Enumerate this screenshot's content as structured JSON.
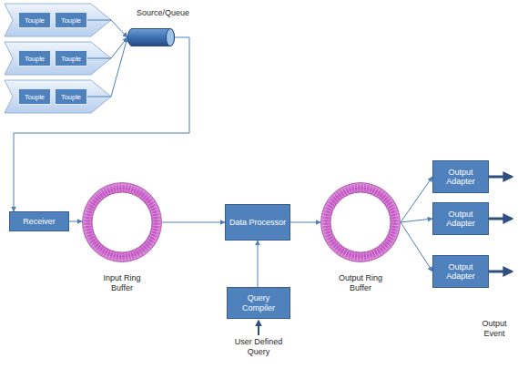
{
  "diagram": {
    "nodes": [
      {
        "text": [
          "Touple"
        ]
      },
      {
        "text": [
          "Touple"
        ]
      },
      {
        "text": [
          "Touple"
        ]
      },
      {
        "text": [
          "Touple"
        ]
      },
      {
        "text": [
          "Touple"
        ]
      },
      {
        "text": [
          "Touple"
        ]
      },
      {
        "text": [
          "Source/Queue"
        ]
      },
      {
        "text": [
          "Receiver"
        ]
      },
      {
        "text": [
          "Input Ring Buffer"
        ]
      },
      {
        "text": [
          "Data Processor"
        ]
      },
      {
        "text": [
          "Query Compiler"
        ]
      },
      {
        "text": [
          "Output Ring Buffer"
        ]
      },
      {
        "text": [
          "Output Adapter"
        ]
      },
      {
        "text": [
          "Output Adapter"
        ]
      },
      {
        "text": [
          "Output Adapter"
        ]
      }
    ],
    "edges": [
      {
        "from": 1,
        "to": 6,
        "arrow": "to"
      },
      {
        "from": 3,
        "to": 6,
        "arrow": "to"
      },
      {
        "from": 5,
        "to": 6,
        "arrow": "to"
      },
      {
        "from": 6,
        "to": 7,
        "arrow": "to"
      },
      {
        "from": 7,
        "to": 8,
        "arrow": "to"
      },
      {
        "from": 8,
        "to": 9,
        "arrow": "to"
      },
      {
        "from": 10,
        "to": 9,
        "arrow": "to"
      },
      {
        "from": 9,
        "to": 11,
        "arrow": "to"
      },
      {
        "from": 11,
        "to": 12,
        "arrow": "to"
      },
      {
        "from": 11,
        "to": 13,
        "arrow": "to"
      },
      {
        "from": 11,
        "to": 14,
        "arrow": "to"
      }
    ],
    "labels": [
      "User Defined Query",
      "Output Event"
    ]
  }
}
